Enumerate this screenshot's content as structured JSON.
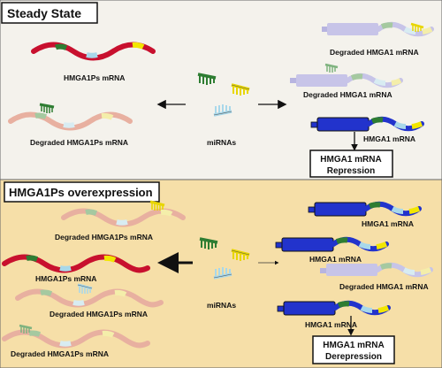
{
  "panels": {
    "steady": {
      "title": "Steady State",
      "left_labels": {
        "ps_intact": "HMGA1Ps mRNA",
        "ps_degraded": "Degraded HMGA1Ps mRNA"
      },
      "center_label": "miRNAs",
      "right_labels": {
        "deg1": "Degraded HMGA1 mRNA",
        "deg2": "Degraded HMGA1 mRNA",
        "intact": "HMGA1 mRNA"
      },
      "outcome": {
        "line1": "HMGA1 mRNA",
        "line2": "Repression"
      }
    },
    "overexpression": {
      "title": "HMGA1Ps overexpression",
      "left_labels": {
        "deg1": "Degraded HMGA1Ps mRNA",
        "intact": "HMGA1Ps mRNA",
        "deg2": "Degraded HMGA1Ps mRNA",
        "deg3": "Degraded HMGA1Ps mRNA"
      },
      "center_label": "miRNAs",
      "right_labels": {
        "intact1": "HMGA1 mRNA",
        "intact2": "HMGA1 mRNA",
        "degraded": "Degraded HMGA1 mRNA",
        "intact3": "HMGA1 mRNA"
      },
      "outcome": {
        "line1": "HMGA1 mRNA",
        "line2": "Derepression"
      }
    }
  },
  "colors": {
    "steady_bg": "#f4f2ec",
    "overexpression_bg": "#f6dfa8",
    "pseudogene_red": "#c8102e",
    "pseudogene_faded": "#e8b0a0",
    "hmga1_blue": "#2233cc",
    "hmga1_faded": "#b7b4e0",
    "seed_green": "#2e7d32",
    "seed_yellow": "#f2e600",
    "seed_lightblue": "#a8d8ea"
  },
  "icons": [
    "mirna-green",
    "mirna-yellow",
    "mirna-lightblue"
  ]
}
